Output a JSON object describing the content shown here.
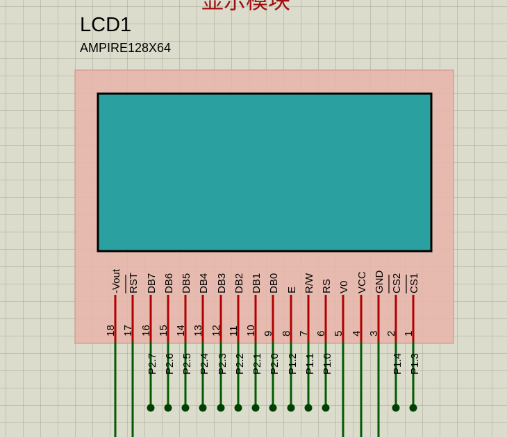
{
  "sheet_title": "显示模块",
  "component": {
    "reference": "LCD1",
    "model": "AMPIRE128X64",
    "colors": {
      "body_fill": "#e8b4a8",
      "body_stroke": "#d08c80",
      "display_fill": "#2aa0a0",
      "pin_wire": "#b00000",
      "net_wire": "#005a00",
      "junction": "#004000"
    }
  },
  "pins": [
    {
      "name": "-Vout",
      "number": "18",
      "net": "",
      "junction": false
    },
    {
      "name": "RST",
      "number": "17",
      "net": "",
      "junction": false,
      "overbar": true
    },
    {
      "name": "DB7",
      "number": "16",
      "net": "P2.7",
      "junction": true
    },
    {
      "name": "DB6",
      "number": "15",
      "net": "P2.6",
      "junction": true
    },
    {
      "name": "DB5",
      "number": "14",
      "net": "P2.5",
      "junction": true
    },
    {
      "name": "DB4",
      "number": "13",
      "net": "P2.4",
      "junction": true
    },
    {
      "name": "DB3",
      "number": "12",
      "net": "P2.3",
      "junction": true
    },
    {
      "name": "DB2",
      "number": "11",
      "net": "P2.2",
      "junction": true
    },
    {
      "name": "DB1",
      "number": "10",
      "net": "P2.1",
      "junction": true
    },
    {
      "name": "DB0",
      "number": "9",
      "net": "P2.0",
      "junction": true
    },
    {
      "name": "E",
      "number": "8",
      "net": "P1.2",
      "junction": true
    },
    {
      "name": "R/W",
      "number": "7",
      "net": "P1.1",
      "junction": true
    },
    {
      "name": "RS",
      "number": "6",
      "net": "P1.0",
      "junction": true
    },
    {
      "name": "V0",
      "number": "5",
      "net": "",
      "junction": false
    },
    {
      "name": "VCC",
      "number": "4",
      "net": "",
      "junction": false
    },
    {
      "name": "GND",
      "number": "3",
      "net": "",
      "junction": false
    },
    {
      "name": "CS2",
      "number": "2",
      "net": "P1.4",
      "junction": true,
      "overbar": true
    },
    {
      "name": "CS1",
      "number": "1",
      "net": "P1.3",
      "junction": true,
      "overbar": true
    }
  ]
}
